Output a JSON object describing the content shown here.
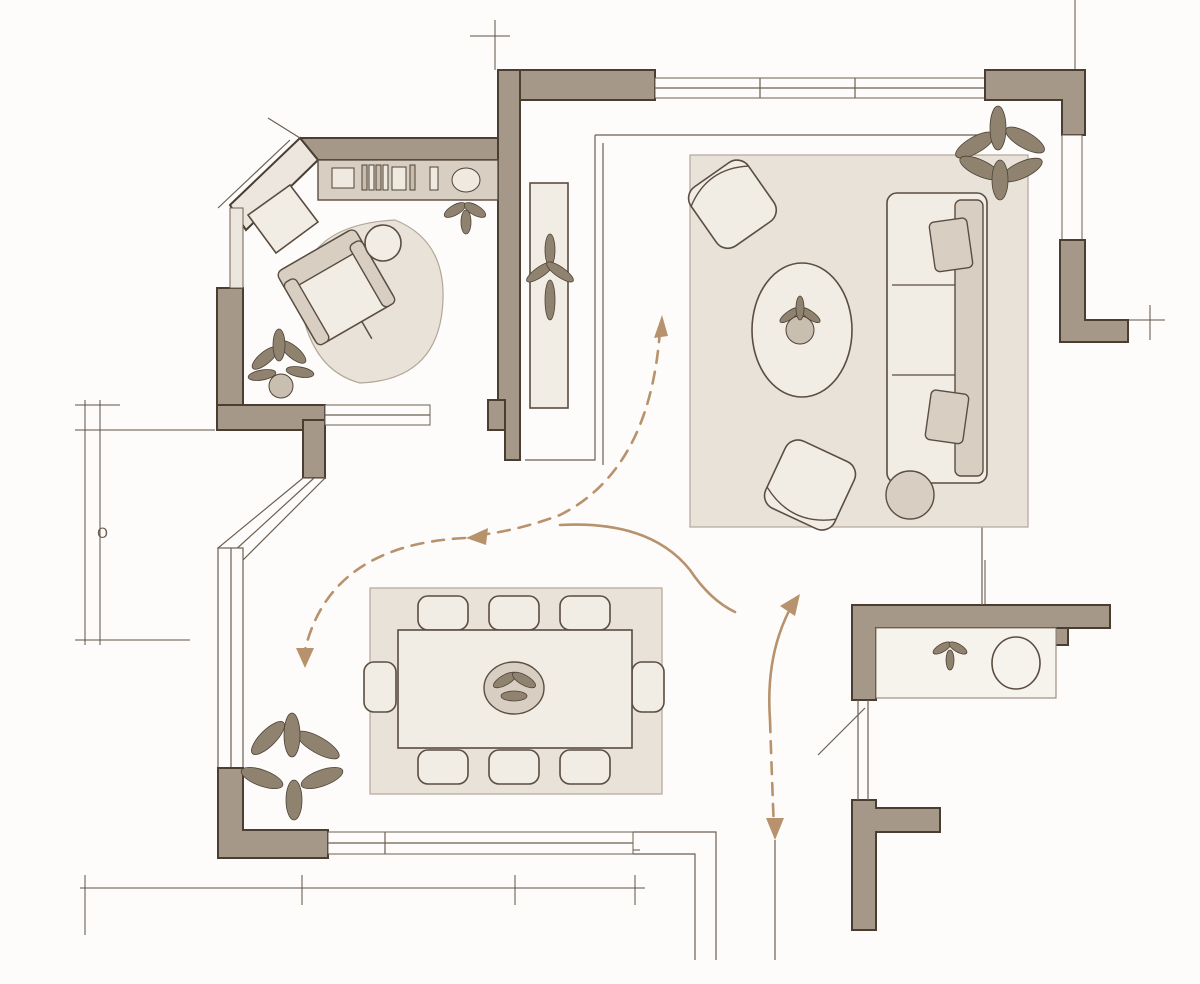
{
  "drawing": {
    "style": "hand-sketched architectural floor plan",
    "colors": {
      "wall": "#a69888",
      "ink": "#4a3e33",
      "paper": "#fdfcfa",
      "rug": "#e8e2d9",
      "flow_arrows": "#b8926c"
    },
    "dimension_labels": {
      "left_vertical": "O"
    },
    "zones": [
      {
        "name": "reading-nook",
        "items": [
          "armchair",
          "side-table",
          "bookshelf",
          "round-rug",
          "potted-plant",
          "cabinet"
        ]
      },
      {
        "name": "living-area",
        "items": [
          "sofa",
          "two-armchairs",
          "oval-coffee-table",
          "side-table",
          "rug",
          "plant"
        ]
      },
      {
        "name": "dining-area",
        "items": [
          "dining-table",
          "eight-chairs",
          "centerpiece-bowl",
          "rug"
        ]
      },
      {
        "name": "entry",
        "items": [
          "console",
          "planter",
          "round-mirror"
        ]
      }
    ],
    "circulation": {
      "arrows": 4,
      "style": "dashed and solid curves"
    }
  }
}
